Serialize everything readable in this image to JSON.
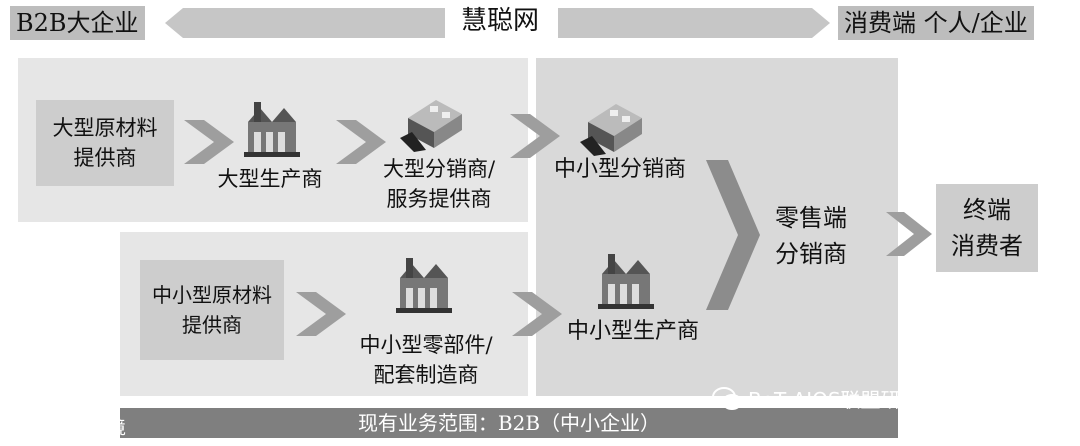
{
  "header": {
    "left_label": "B2B大企业",
    "center_title": "慧聪网",
    "right_label": "消费端 个人/企业"
  },
  "nodes": {
    "large_raw_supplier": "大型原材料\n提供商",
    "large_producer": "大型生产商",
    "large_distributor": "大型分销商/\n服务提供商",
    "mid_distributor": "中小型分销商",
    "retail_distributor": "零售端\n分销商",
    "end_consumer": "终端\n消费者",
    "sme_raw_supplier": "中小型原材料\n提供商",
    "sme_parts_maker": "中小型零部件/\n配套制造商",
    "sme_producer": "中小型生产商"
  },
  "icons": {
    "factory": "factory-icon",
    "warehouse": "warehouse-icon"
  },
  "footer": {
    "scope_text": "现有业务范围：B2B（中小企业）"
  },
  "watermarks": {
    "left": "大数跨境",
    "right": "BoT AIOS联盟研究中心"
  }
}
